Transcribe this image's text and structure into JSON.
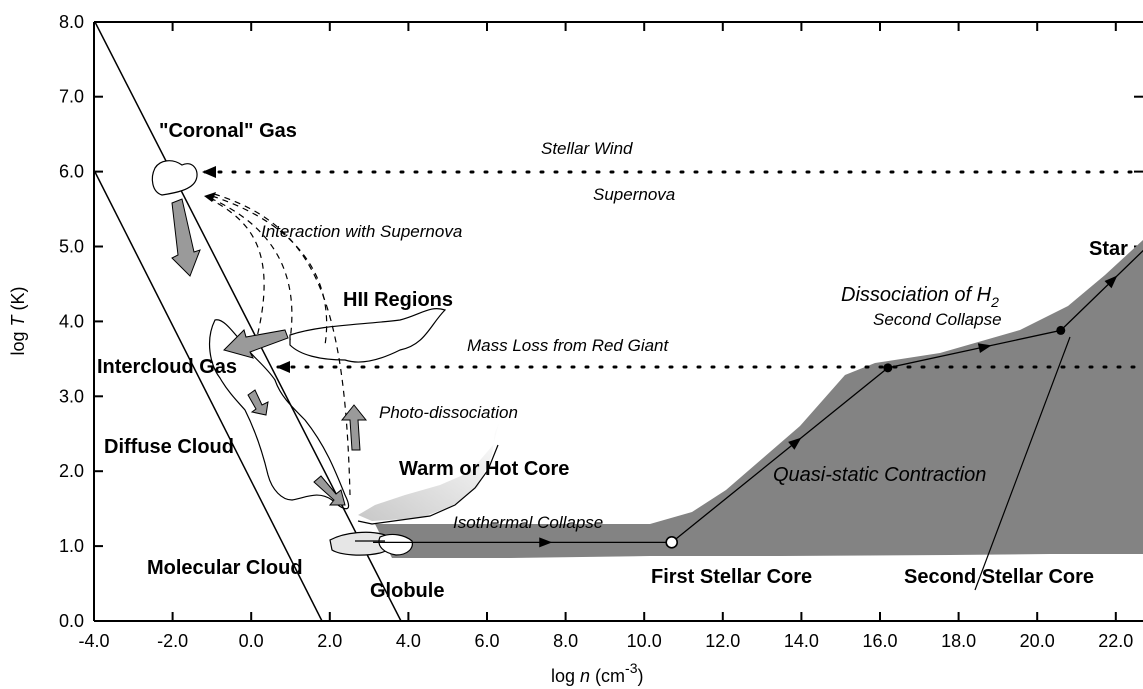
{
  "chart_data": {
    "type": "diagram",
    "xlim": [
      -4.0,
      23.0
    ],
    "ylim": [
      0.0,
      8.0
    ],
    "x_ticks": [
      "-4.0",
      "-2.0",
      "0.0",
      "2.0",
      "4.0",
      "6.0",
      "8.0",
      "10.0",
      "12.0",
      "14.0",
      "16.0",
      "18.0",
      "20.0",
      "22.0"
    ],
    "y_ticks": [
      "0.0",
      "1.0",
      "2.0",
      "3.0",
      "4.0",
      "5.0",
      "6.0",
      "7.0",
      "8.0"
    ],
    "xlabel": {
      "pre": "log ",
      "var": "n",
      "unit": " (cm",
      "exp": "-3",
      "close": ")"
    },
    "ylabel": {
      "pre": "log ",
      "var": "T",
      "unit": " (K)"
    },
    "region_labels": {
      "coronal_gas": "\"Coronal\" Gas",
      "hii_regions": "HII Regions",
      "intercloud_gas": "Intercloud Gas",
      "diffuse_cloud": "Diffuse Cloud",
      "warm_hot_core": "Warm or Hot Core",
      "molecular_cloud": "Molecular Cloud",
      "globule": "Globule",
      "first_core": "First Stellar Core",
      "second_core": "Second Stellar Core",
      "star": "Star"
    },
    "process_labels": {
      "stellar_wind": "Stellar Wind",
      "supernova": "Supernova",
      "interaction_supernova": "Interaction with Supernova",
      "mass_loss": "Mass Loss from Red Giant",
      "photo_dissociation": "Photo-dissociation",
      "isothermal_collapse": "Isothermal Collapse",
      "quasi_static": "Quasi-static Contraction",
      "second_collapse": "Second Collapse",
      "dissociation_h2": {
        "text": "Dissociation of H",
        "sub": "2"
      }
    },
    "evolution_track": [
      {
        "x": 3.1,
        "y": 1.05
      },
      {
        "x": 10.7,
        "y": 1.05,
        "label": "first_core"
      },
      {
        "x": 16.2,
        "y": 3.38
      },
      {
        "x": 20.6,
        "y": 3.88
      },
      {
        "x": 23.0,
        "y": 5.1
      }
    ],
    "dotted_levels": [
      {
        "y": 6.0,
        "label": "stellar_wind"
      },
      {
        "y": 3.38,
        "label": "mass_loss"
      }
    ]
  }
}
